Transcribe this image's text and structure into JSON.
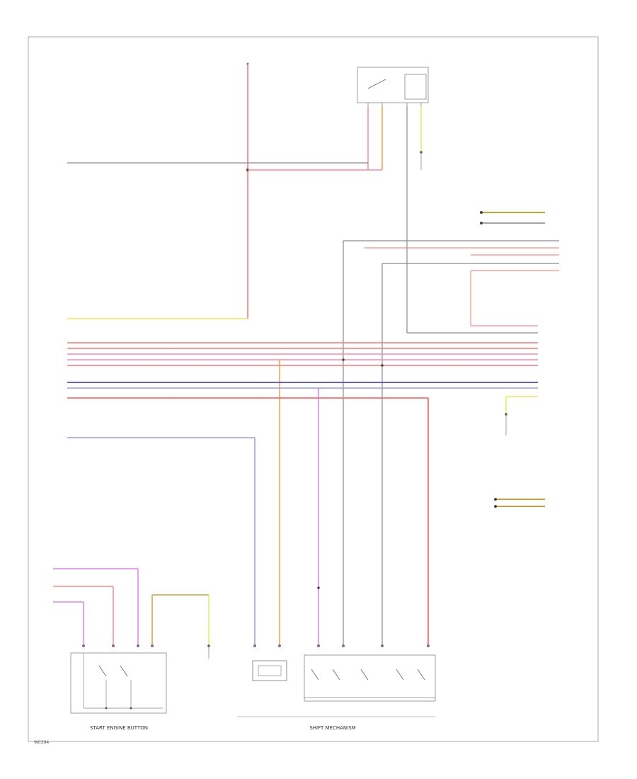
{
  "labels": {
    "start_engine_button": "START ENGINE BUTTON",
    "gear_shift_mechanism": "SHIFT MECHANISM",
    "footer_code": "W0394"
  },
  "colors": {
    "red": "#ff6b6b",
    "pink": "#ff8a8a",
    "blue": "#4a4ae0",
    "lavender": "#9a9ae8",
    "violet": "#e080f0",
    "orange": "#f5a040",
    "yellow": "#e8e85a",
    "olive": "#c8a040",
    "gray": "#8a8a8a",
    "frame": "#aaaaaa"
  }
}
